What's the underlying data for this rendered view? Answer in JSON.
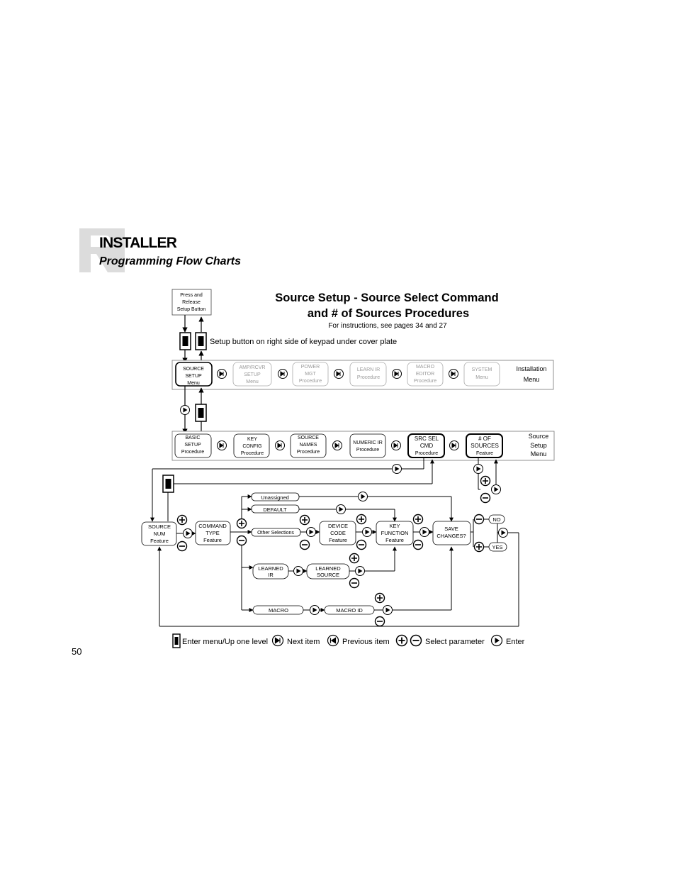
{
  "header": {
    "title": "INSTALLER",
    "subtitle": "Programming Flow Charts"
  },
  "chart": {
    "title_line1": "Source Setup - Source Select Command",
    "title_line2": "and # of Sources Procedures",
    "instructions": "For instructions, see pages 34 and 27",
    "setup_note": "Setup button on right side of keypad under cover plate",
    "press_release": [
      "Press and",
      "Release",
      "Setup Button"
    ],
    "installation_menu": {
      "label": [
        "Installation",
        "Menu"
      ],
      "items": [
        {
          "lines": [
            "SOURCE",
            "SETUP",
            "Menu"
          ],
          "active": true
        },
        {
          "lines": [
            "AMP/RCVR",
            "SETUP",
            "Menu"
          ],
          "active": false
        },
        {
          "lines": [
            "POWER",
            "MGT",
            "Procedure"
          ],
          "active": false
        },
        {
          "lines": [
            "LEARN IR",
            "Procedure"
          ],
          "active": false
        },
        {
          "lines": [
            "MACRO",
            "EDITOR",
            "Procedure"
          ],
          "active": false
        },
        {
          "lines": [
            "SYSTEM",
            "Menu"
          ],
          "active": false
        }
      ]
    },
    "source_setup_menu": {
      "label": [
        "Source",
        "Setup",
        "Menu"
      ],
      "items": [
        {
          "lines": [
            "BASIC",
            "SETUP",
            "Procedure"
          ],
          "bold": false
        },
        {
          "lines": [
            "KEY",
            "CONFIG",
            "Procedure"
          ],
          "bold": false
        },
        {
          "lines": [
            "SOURCE",
            "NAMES",
            "Procedure"
          ],
          "bold": false
        },
        {
          "lines": [
            "NUMERIC IR",
            "Procedure"
          ],
          "bold": false
        },
        {
          "lines": [
            "SRC SEL",
            "CMD",
            "Procedure"
          ],
          "bold": true
        },
        {
          "lines": [
            "# OF",
            "SOURCES",
            "Feature"
          ],
          "bold": true
        }
      ]
    },
    "features": {
      "source_num": [
        "SOURCE",
        "NUM",
        "Feature"
      ],
      "command_type": [
        "COMMAND",
        "TYPE",
        "Feature"
      ],
      "device_code": [
        "DEVICE",
        "CODE",
        "Feature"
      ],
      "key_function": [
        "KEY",
        "FUNCTION",
        "Feature"
      ],
      "save_changes": [
        "SAVE",
        "CHANGES?"
      ],
      "learned_ir": [
        "LEARNED",
        "IR"
      ],
      "learned_source": [
        "LEARNED",
        "SOURCE"
      ]
    },
    "options": {
      "unassigned": "Unassigned",
      "default": "DEFAULT",
      "other": "Other Selections",
      "macro": "MACRO",
      "macro_id": "MACRO ID",
      "no": "NO",
      "yes": "YES"
    },
    "legend": {
      "enter_menu": "Enter menu/Up one level",
      "next_item": "Next item",
      "previous_item": "Previous item",
      "select_parameter": "Select parameter",
      "enter": "Enter"
    }
  },
  "page_number": "50"
}
